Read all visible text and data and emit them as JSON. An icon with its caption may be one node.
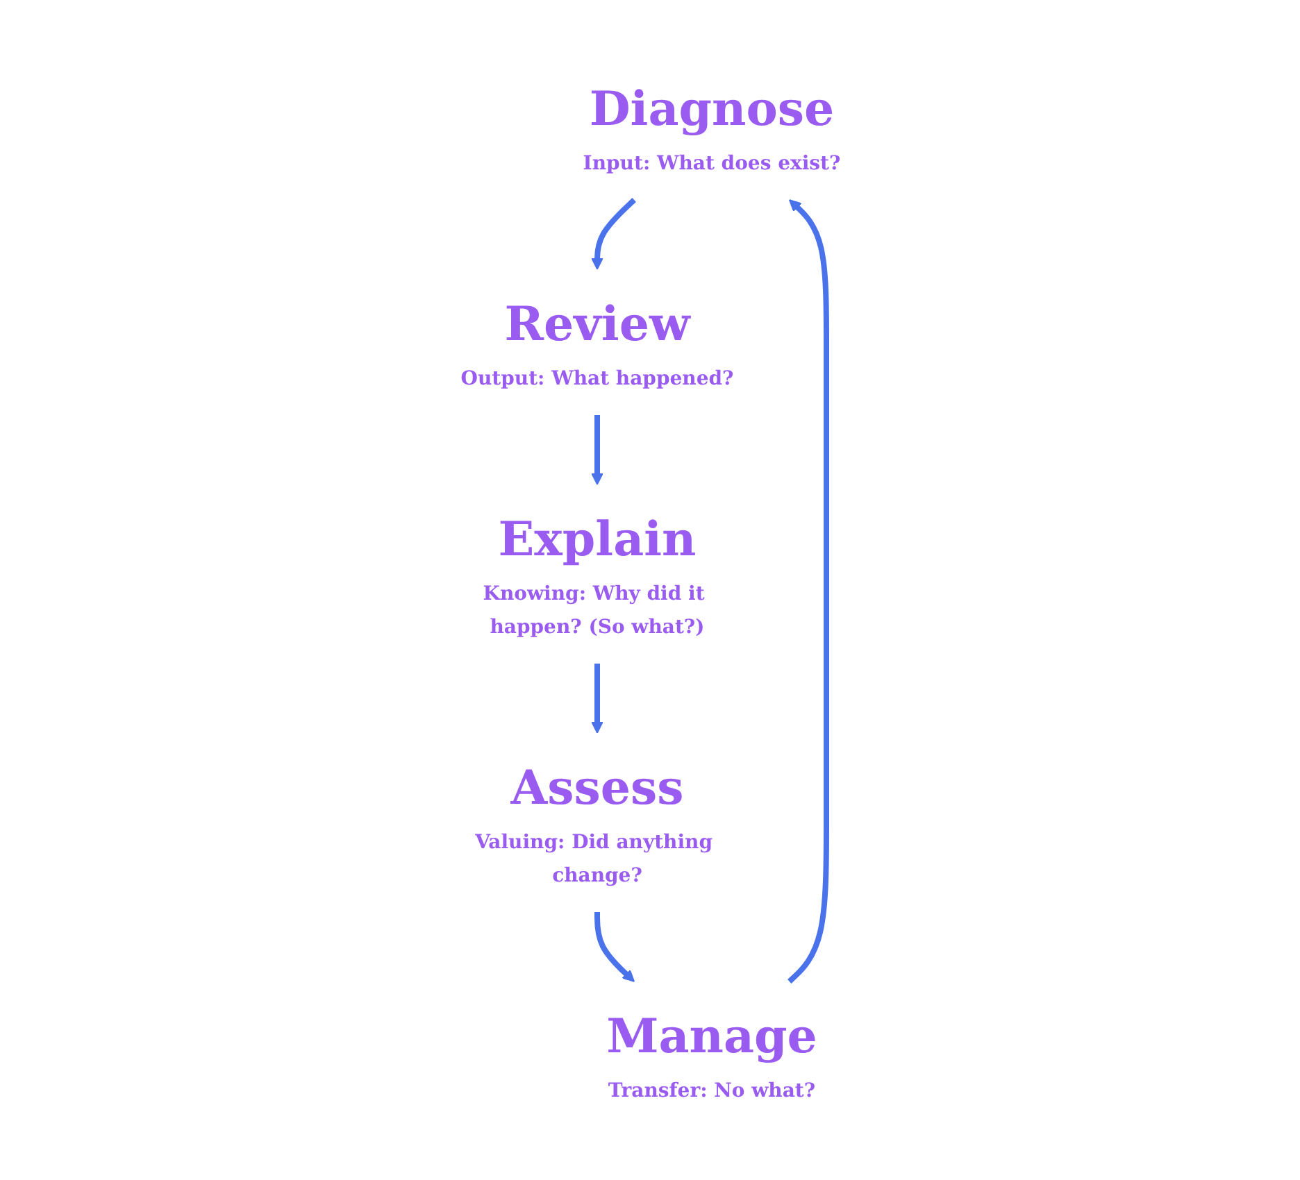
{
  "diagram": {
    "nodes": [
      {
        "text": [
          "Diagnose",
          "Input: What does exist?"
        ]
      },
      {
        "text": [
          "Review",
          "Output: What happened?"
        ]
      },
      {
        "text": [
          "Explain",
          "Knowing: Why did it happen? (So what?)"
        ]
      },
      {
        "text": [
          "Assess",
          "Valuing: Did anything change?"
        ]
      },
      {
        "text": [
          "Manage",
          "Transfer: No what?"
        ]
      }
    ],
    "edges": [
      {
        "from": 0,
        "to": 1,
        "arrow": "to"
      },
      {
        "from": 1,
        "to": 2,
        "arrow": "to"
      },
      {
        "from": 2,
        "to": 3,
        "arrow": "to"
      },
      {
        "from": 3,
        "to": 4,
        "arrow": "to"
      },
      {
        "from": 4,
        "to": 0,
        "arrow": "to"
      }
    ]
  }
}
